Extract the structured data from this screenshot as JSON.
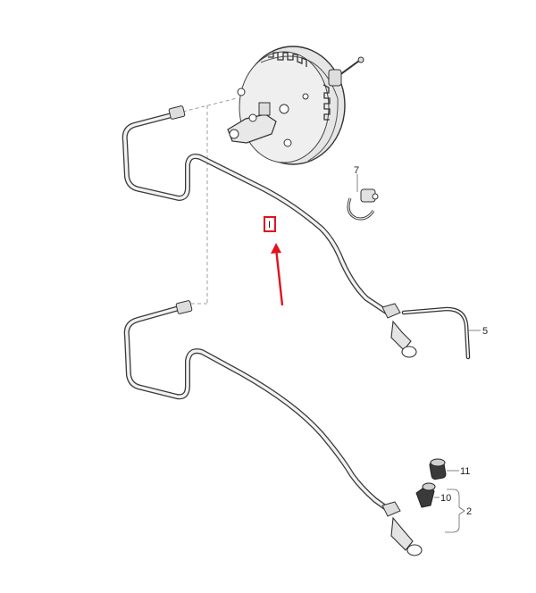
{
  "callouts": {
    "part_7": "7",
    "part_5": "5",
    "part_11": "11",
    "part_10": "10",
    "part_2": "2"
  },
  "highlight_label": "I",
  "colors": {
    "highlight": "#e0141e",
    "line": "#3a3a3a",
    "booster_fill": "#e9e9e9"
  }
}
